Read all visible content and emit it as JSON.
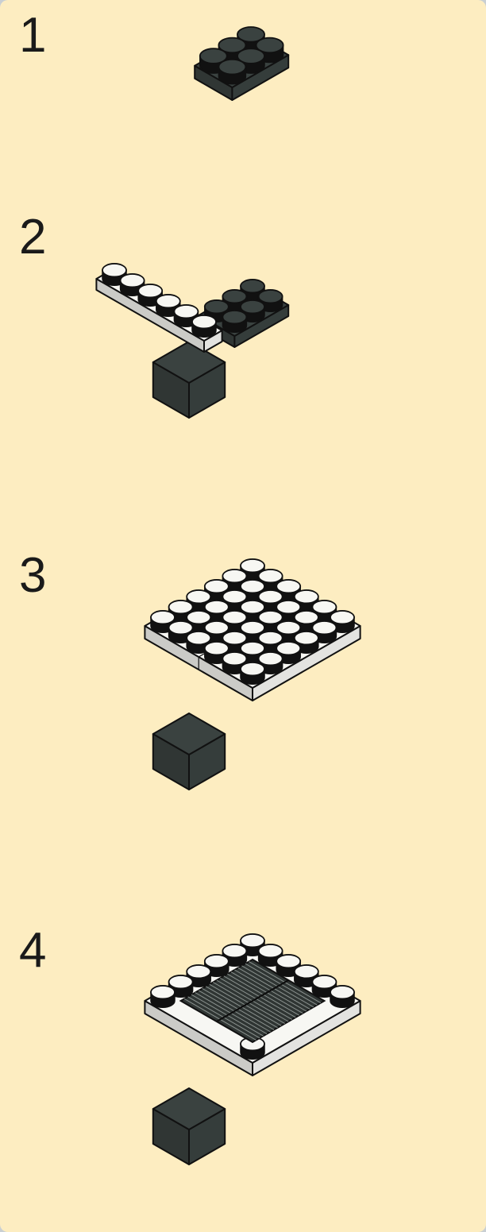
{
  "steps": [
    {
      "number": "1",
      "part": "dark-gray-plate-2x3"
    },
    {
      "number": "2",
      "part": "white-plate-1x6"
    },
    {
      "number": "3",
      "part": "white-plates-6x6-platform"
    },
    {
      "number": "4",
      "part": "dark-gray-grille-tiles"
    }
  ],
  "colors": {
    "background": "#fdedc1",
    "outline": "#111111",
    "dark_gray": "#3a4240",
    "white": "#f7f7f3",
    "step_number": "#1a1a1a"
  }
}
